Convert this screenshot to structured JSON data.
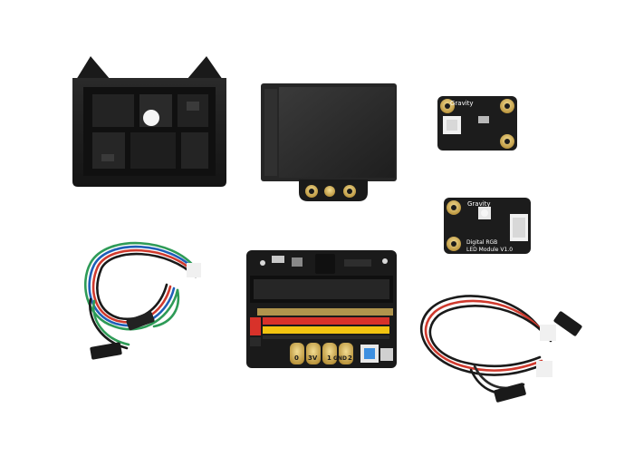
{
  "photo": {
    "background": "#ffffff",
    "items": [
      {
        "key": "case",
        "icon": "cat-ear-case-icon",
        "color": "#1c1c1c"
      },
      {
        "key": "screen",
        "icon": "screen-module-icon",
        "color": "#2a2a2a"
      },
      {
        "key": "sensor_board",
        "icon": "sensor-board-icon",
        "color": "#1a1a1a"
      },
      {
        "key": "rgb_led_board",
        "icon": "rgb-led-board-icon",
        "color": "#1a1a1a"
      },
      {
        "key": "expansion_board",
        "icon": "expansion-board-icon",
        "color": "#1a1a1a"
      },
      {
        "key": "cable_left",
        "icon": "rgb-cable-icon",
        "color": "#2e9b57"
      },
      {
        "key": "cable_right",
        "icon": "black-cable-icon",
        "color": "#1a1a1a"
      }
    ]
  },
  "labels": {
    "sensor_brand": "Gravity",
    "rgb_brand": "Gravity",
    "rgb_line1": "Digital RGB",
    "rgb_line2": "LED Module V1.0",
    "pin_0": "0",
    "pin_3v": "3V",
    "pin_1": "1",
    "pin_gnd": "GND",
    "pin_2": "2"
  },
  "colors": {
    "header_red": "#d8322a",
    "header_yellow": "#f2c410",
    "gold_pad": "#d6b35a",
    "button_blue": "#3d8fe0"
  }
}
